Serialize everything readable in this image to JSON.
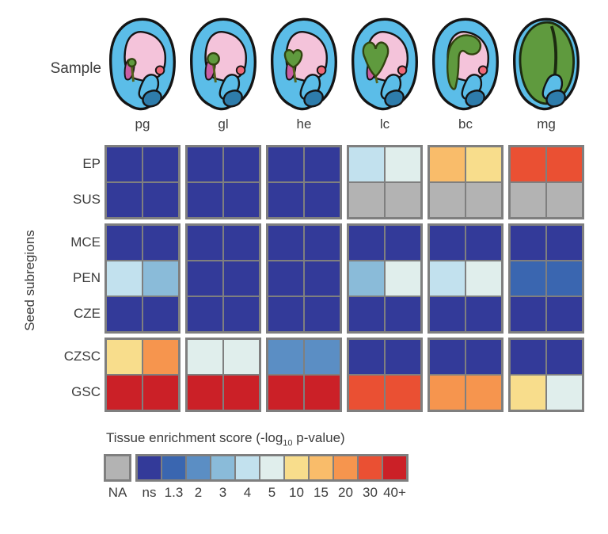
{
  "sample_row": {
    "label": "Sample"
  },
  "chart_data": {
    "type": "heatmap",
    "columns": [
      "pg",
      "gl",
      "he",
      "lc",
      "bc",
      "mg"
    ],
    "ylabel": "Seed subregions",
    "replicates_per_cell": 2,
    "row_groups": [
      {
        "rows": [
          {
            "label": "EP",
            "values": [
              [
                "ns",
                "ns"
              ],
              [
                "ns",
                "ns"
              ],
              [
                "ns",
                "ns"
              ],
              [
                "4",
                "5"
              ],
              [
                "15",
                "10"
              ],
              [
                "30",
                "30"
              ]
            ]
          },
          {
            "label": "SUS",
            "values": [
              [
                "ns",
                "ns"
              ],
              [
                "ns",
                "ns"
              ],
              [
                "ns",
                "ns"
              ],
              [
                "NA",
                "NA"
              ],
              [
                "NA",
                "NA"
              ],
              [
                "NA",
                "NA"
              ]
            ]
          }
        ]
      },
      {
        "rows": [
          {
            "label": "MCE",
            "values": [
              [
                "ns",
                "ns"
              ],
              [
                "ns",
                "ns"
              ],
              [
                "ns",
                "ns"
              ],
              [
                "ns",
                "ns"
              ],
              [
                "ns",
                "ns"
              ],
              [
                "ns",
                "ns"
              ]
            ]
          },
          {
            "label": "PEN",
            "values": [
              [
                "4",
                "3"
              ],
              [
                "ns",
                "ns"
              ],
              [
                "ns",
                "ns"
              ],
              [
                "3",
                "5"
              ],
              [
                "4",
                "5"
              ],
              [
                "1.3",
                "1.3"
              ]
            ]
          },
          {
            "label": "CZE",
            "values": [
              [
                "ns",
                "ns"
              ],
              [
                "ns",
                "ns"
              ],
              [
                "ns",
                "ns"
              ],
              [
                "ns",
                "ns"
              ],
              [
                "ns",
                "ns"
              ],
              [
                "ns",
                "ns"
              ]
            ]
          }
        ]
      },
      {
        "rows": [
          {
            "label": "CZSC",
            "values": [
              [
                "10",
                "20"
              ],
              [
                "5",
                "5"
              ],
              [
                "2",
                "2"
              ],
              [
                "ns",
                "ns"
              ],
              [
                "ns",
                "ns"
              ],
              [
                "ns",
                "ns"
              ]
            ]
          },
          {
            "label": "GSC",
            "values": [
              [
                "40+",
                "40+"
              ],
              [
                "40+",
                "40+"
              ],
              [
                "40+",
                "40+"
              ],
              [
                "30",
                "30"
              ],
              [
                "20",
                "20"
              ],
              [
                "10",
                "5"
              ]
            ]
          }
        ]
      }
    ],
    "legend": {
      "title_parts": [
        "Tissue enrichment score (-log",
        "10",
        " p-value)"
      ],
      "entries": [
        {
          "label": "NA",
          "color": "#b3b3b3"
        },
        {
          "label": "ns",
          "color": "#333a99"
        },
        {
          "label": "1.3",
          "color": "#3a66b0"
        },
        {
          "label": "2",
          "color": "#5b8ec4"
        },
        {
          "label": "3",
          "color": "#8abbd9"
        },
        {
          "label": "4",
          "color": "#c2e1ee"
        },
        {
          "label": "5",
          "color": "#e0eeec"
        },
        {
          "label": "10",
          "color": "#f8dd8c"
        },
        {
          "label": "15",
          "color": "#f9bc6a"
        },
        {
          "label": "20",
          "color": "#f6954e"
        },
        {
          "label": "30",
          "color": "#ea5033"
        },
        {
          "label": "40+",
          "color": "#cb2027"
        }
      ]
    }
  },
  "illustration_colors": {
    "seed_coat": "#5bbde8",
    "endosperm": "#f4c3da",
    "micropylar": "#c95fa4",
    "chalazal": "#2e7cab",
    "dot": "#ee6878",
    "embryo": "#5f9a3e",
    "suspensor": "#55631c"
  },
  "layout_colors": {
    "grid_border": "#7f7f7f",
    "text": "#3c3c3c"
  }
}
